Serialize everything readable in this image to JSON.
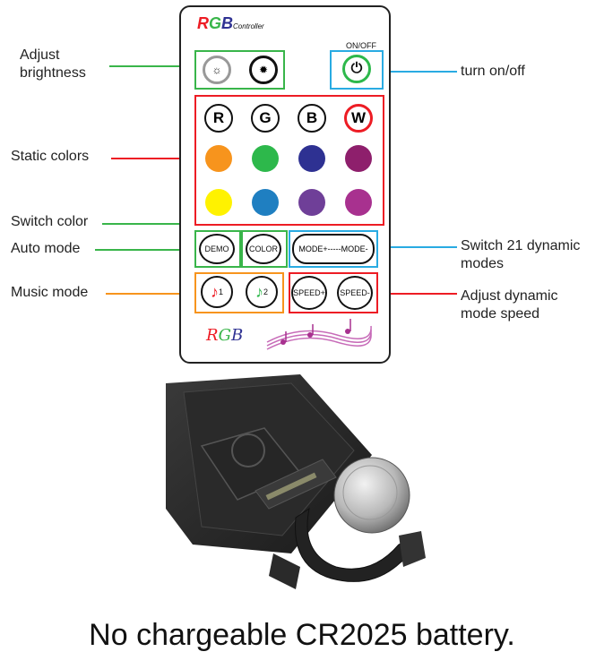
{
  "remote": {
    "brand_rgb": "RGB",
    "brand_controller": "Controller",
    "onoff_label": "ON/OFF",
    "color_buttons": [
      "R",
      "G",
      "B",
      "W"
    ],
    "demo_label": "DEMO",
    "color_label": "COLOR",
    "mode_label": "MODE+-----MODE-",
    "speed_plus_label": "SPEED+",
    "speed_minus_label": "SPEED-",
    "music1_index": "1",
    "music2_index": "2",
    "footer_rgb": "RGB",
    "static_colors": [
      "#f7941d",
      "#2db84b",
      "#2e3192",
      "#8e1f6c",
      "#fff200",
      "#1f7fc1",
      "#6f3f98",
      "#a8318f"
    ]
  },
  "annotations": {
    "adjust_brightness": "Adjust\nbrightness",
    "turn_onoff": "turn on/off",
    "static_colors": "Static colors",
    "switch_color": "Switch color",
    "auto_mode": "Auto mode",
    "switch_dynamic": "Switch 21 dynamic\nmodes",
    "music_mode": "Music mode",
    "adjust_speed": "Adjust dynamic\nmode speed"
  },
  "caption": "No chargeable CR2025 battery.",
  "colors": {
    "green_line": "#39b54a",
    "blue_line": "#29abe2",
    "red_line": "#ed1c24",
    "orange_line": "#f7941d"
  }
}
